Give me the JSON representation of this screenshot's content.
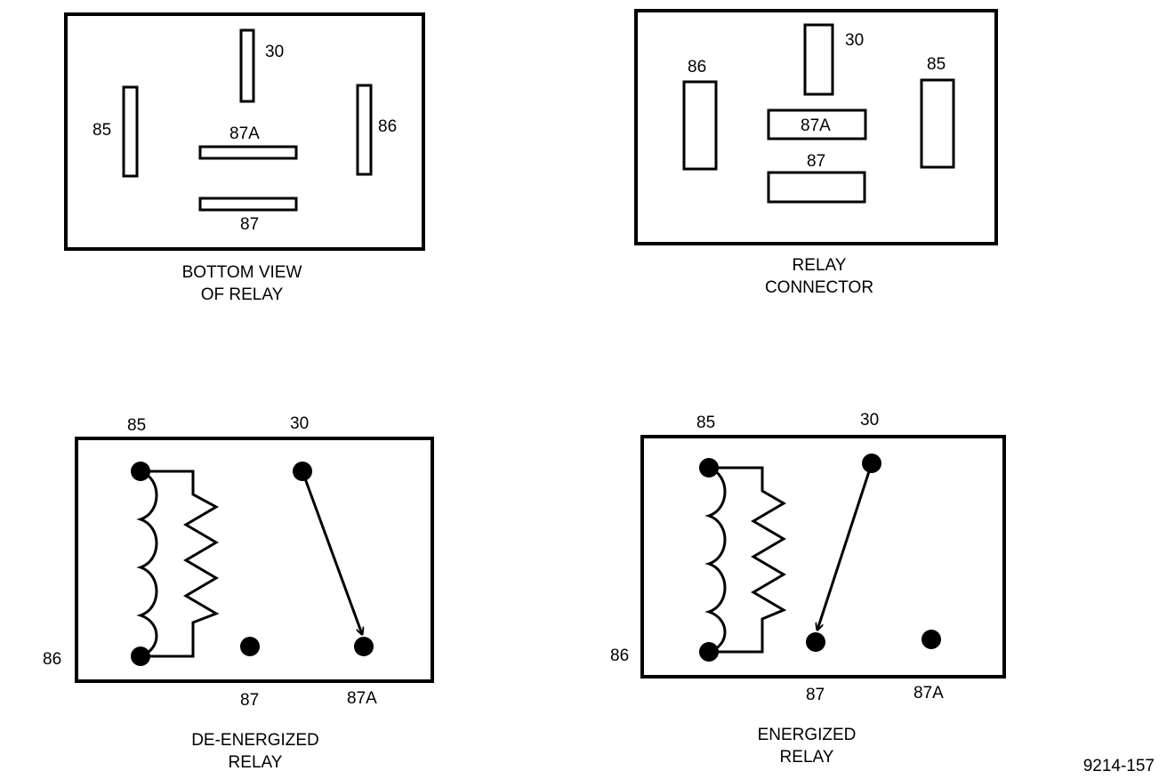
{
  "bottom_view": {
    "pins": {
      "p30": "30",
      "p85": "85",
      "p86": "86",
      "p87a": "87A",
      "p87": "87"
    },
    "caption": [
      "BOTTOM VIEW",
      "OF RELAY"
    ]
  },
  "connector": {
    "pins": {
      "p30": "30",
      "p86": "86",
      "p85": "85",
      "p87a": "87A",
      "p87": "87"
    },
    "caption": [
      "RELAY",
      "CONNECTOR"
    ]
  },
  "deenergized": {
    "terminals": {
      "t85": "85",
      "t30": "30",
      "t86": "86",
      "t87": "87",
      "t87a": "87A"
    },
    "caption": [
      "DE-ENERGIZED",
      "RELAY"
    ]
  },
  "energized": {
    "terminals": {
      "t85": "85",
      "t30": "30",
      "t86": "86",
      "t87": "87",
      "t87a": "87A"
    },
    "caption": [
      "ENERGIZED",
      "RELAY"
    ]
  },
  "figure_id": "9214-157"
}
